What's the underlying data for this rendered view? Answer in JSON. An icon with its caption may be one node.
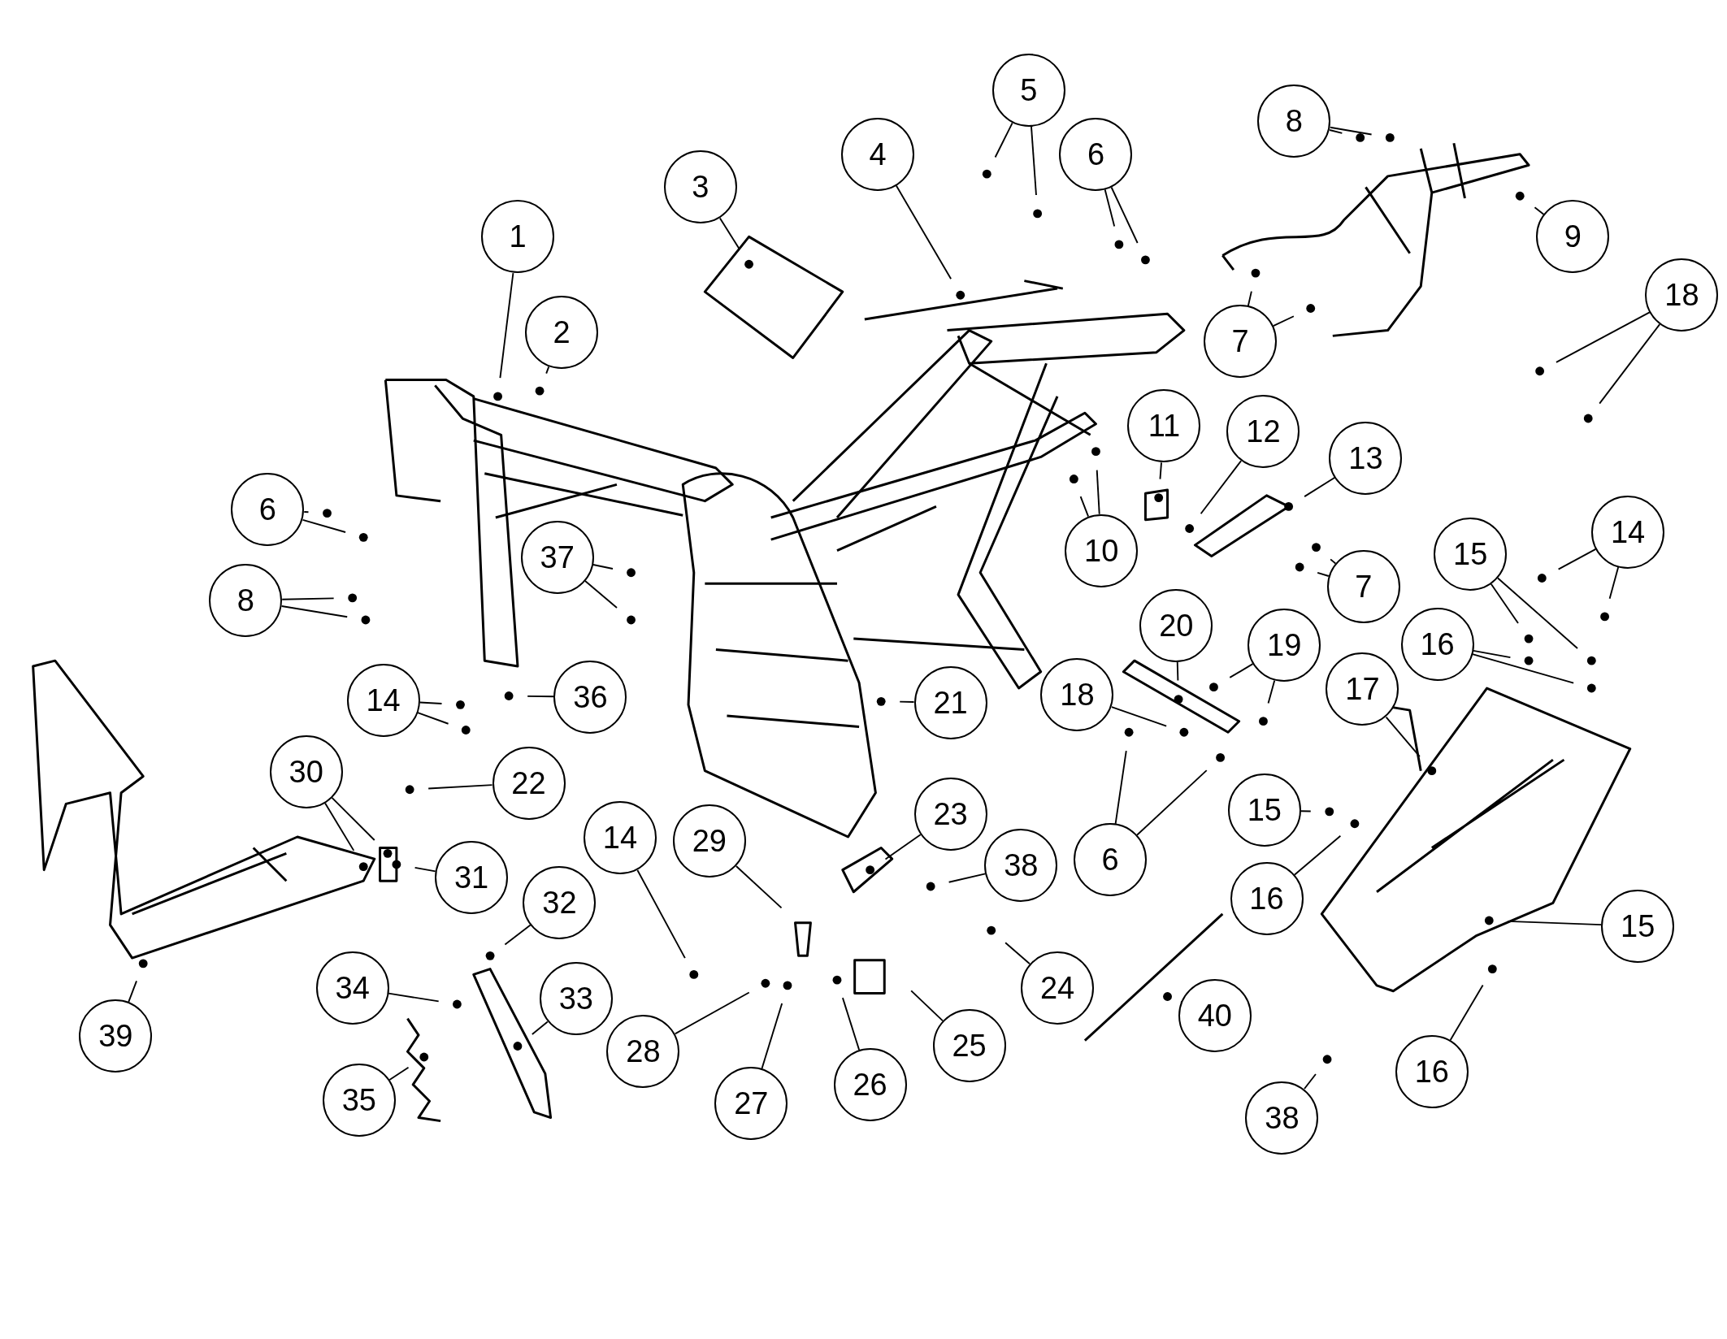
{
  "diagram": {
    "nodes": [
      {
        "text": [
          "1"
        ]
      },
      {
        "text": [
          "2"
        ]
      },
      {
        "text": [
          "3"
        ]
      },
      {
        "text": [
          "4"
        ]
      },
      {
        "text": [
          "5"
        ]
      },
      {
        "text": [
          "6"
        ]
      },
      {
        "text": [
          "8"
        ]
      },
      {
        "text": [
          "9"
        ]
      },
      {
        "text": [
          "18"
        ]
      },
      {
        "text": [
          "6"
        ]
      },
      {
        "text": [
          "7"
        ]
      },
      {
        "text": [
          "11"
        ]
      },
      {
        "text": [
          "12"
        ]
      },
      {
        "text": [
          "13"
        ]
      },
      {
        "text": [
          "10"
        ]
      },
      {
        "text": [
          "37"
        ]
      },
      {
        "text": [
          "14"
        ]
      },
      {
        "text": [
          "15"
        ]
      },
      {
        "text": [
          "7"
        ]
      },
      {
        "text": [
          "8"
        ]
      },
      {
        "text": [
          "20"
        ]
      },
      {
        "text": [
          "19"
        ]
      },
      {
        "text": [
          "16"
        ]
      },
      {
        "text": [
          "14"
        ]
      },
      {
        "text": [
          "36"
        ]
      },
      {
        "text": [
          "21"
        ]
      },
      {
        "text": [
          "18"
        ]
      },
      {
        "text": [
          "17"
        ]
      },
      {
        "text": [
          "30"
        ]
      },
      {
        "text": [
          "22"
        ]
      },
      {
        "text": [
          "15"
        ]
      },
      {
        "text": [
          "23"
        ]
      },
      {
        "text": [
          "14"
        ]
      },
      {
        "text": [
          "29"
        ]
      },
      {
        "text": [
          "6"
        ]
      },
      {
        "text": [
          "38"
        ]
      },
      {
        "text": [
          "31"
        ]
      },
      {
        "text": [
          "16"
        ]
      },
      {
        "text": [
          "32"
        ]
      },
      {
        "text": [
          "15"
        ]
      },
      {
        "text": [
          "34"
        ]
      },
      {
        "text": [
          "24"
        ]
      },
      {
        "text": [
          "33"
        ]
      },
      {
        "text": [
          "40"
        ]
      },
      {
        "text": [
          "39"
        ]
      },
      {
        "text": [
          "25"
        ]
      },
      {
        "text": [
          "28"
        ]
      },
      {
        "text": [
          "16"
        ]
      },
      {
        "text": [
          "26"
        ]
      },
      {
        "text": [
          "35"
        ]
      },
      {
        "text": [
          "27"
        ]
      },
      {
        "text": [
          "38"
        ]
      }
    ],
    "edges": [
      {
        "from": 0,
        "to": null,
        "arrow": "none"
      },
      {
        "from": 1,
        "to": null,
        "arrow": "none"
      },
      {
        "from": 2,
        "to": null,
        "arrow": "none"
      },
      {
        "from": 3,
        "to": null,
        "arrow": "none"
      },
      {
        "from": 4,
        "to": null,
        "arrow": "none"
      },
      {
        "from": 4,
        "to": null,
        "arrow": "none"
      },
      {
        "from": 5,
        "to": null,
        "arrow": "none"
      },
      {
        "from": 5,
        "to": null,
        "arrow": "none"
      },
      {
        "from": 6,
        "to": null,
        "arrow": "none"
      },
      {
        "from": 6,
        "to": null,
        "arrow": "none"
      },
      {
        "from": 7,
        "to": null,
        "arrow": "none"
      },
      {
        "from": 8,
        "to": null,
        "arrow": "none"
      },
      {
        "from": 8,
        "to": null,
        "arrow": "none"
      },
      {
        "from": 9,
        "to": null,
        "arrow": "none"
      },
      {
        "from": 9,
        "to": null,
        "arrow": "none"
      },
      {
        "from": 10,
        "to": null,
        "arrow": "none"
      },
      {
        "from": 10,
        "to": null,
        "arrow": "none"
      },
      {
        "from": 11,
        "to": null,
        "arrow": "none"
      },
      {
        "from": 12,
        "to": null,
        "arrow": "none"
      },
      {
        "from": 13,
        "to": null,
        "arrow": "none"
      },
      {
        "from": 14,
        "to": null,
        "arrow": "none"
      },
      {
        "from": 14,
        "to": null,
        "arrow": "none"
      },
      {
        "from": 15,
        "to": null,
        "arrow": "none"
      },
      {
        "from": 15,
        "to": null,
        "arrow": "none"
      },
      {
        "from": 16,
        "to": null,
        "arrow": "none"
      },
      {
        "from": 16,
        "to": null,
        "arrow": "none"
      },
      {
        "from": 17,
        "to": null,
        "arrow": "none"
      },
      {
        "from": 17,
        "to": null,
        "arrow": "none"
      },
      {
        "from": 18,
        "to": null,
        "arrow": "none"
      },
      {
        "from": 18,
        "to": null,
        "arrow": "none"
      },
      {
        "from": 19,
        "to": null,
        "arrow": "none"
      },
      {
        "from": 19,
        "to": null,
        "arrow": "none"
      },
      {
        "from": 20,
        "to": null,
        "arrow": "none"
      },
      {
        "from": 21,
        "to": null,
        "arrow": "none"
      },
      {
        "from": 21,
        "to": null,
        "arrow": "none"
      },
      {
        "from": 22,
        "to": null,
        "arrow": "none"
      },
      {
        "from": 22,
        "to": null,
        "arrow": "none"
      },
      {
        "from": 23,
        "to": null,
        "arrow": "none"
      },
      {
        "from": 23,
        "to": null,
        "arrow": "none"
      },
      {
        "from": 24,
        "to": null,
        "arrow": "none"
      },
      {
        "from": 25,
        "to": null,
        "arrow": "none"
      },
      {
        "from": 26,
        "to": null,
        "arrow": "none"
      },
      {
        "from": 27,
        "to": null,
        "arrow": "none"
      },
      {
        "from": 28,
        "to": null,
        "arrow": "none"
      },
      {
        "from": 28,
        "to": null,
        "arrow": "none"
      },
      {
        "from": 29,
        "to": null,
        "arrow": "none"
      },
      {
        "from": 30,
        "to": null,
        "arrow": "none"
      },
      {
        "from": 31,
        "to": null,
        "arrow": "none"
      },
      {
        "from": 32,
        "to": null,
        "arrow": "none"
      },
      {
        "from": 33,
        "to": null,
        "arrow": "none"
      },
      {
        "from": 34,
        "to": null,
        "arrow": "none"
      },
      {
        "from": 34,
        "to": null,
        "arrow": "none"
      },
      {
        "from": 35,
        "to": null,
        "arrow": "none"
      },
      {
        "from": 36,
        "to": null,
        "arrow": "none"
      },
      {
        "from": 37,
        "to": null,
        "arrow": "none"
      },
      {
        "from": 38,
        "to": null,
        "arrow": "none"
      },
      {
        "from": 39,
        "to": null,
        "arrow": "none"
      },
      {
        "from": 40,
        "to": null,
        "arrow": "none"
      },
      {
        "from": 41,
        "to": null,
        "arrow": "none"
      },
      {
        "from": 42,
        "to": null,
        "arrow": "none"
      },
      {
        "from": 43,
        "to": null,
        "arrow": "none"
      },
      {
        "from": 44,
        "to": null,
        "arrow": "none"
      },
      {
        "from": 45,
        "to": null,
        "arrow": "none"
      },
      {
        "from": 46,
        "to": null,
        "arrow": "none"
      },
      {
        "from": 47,
        "to": null,
        "arrow": "none"
      },
      {
        "from": 48,
        "to": null,
        "arrow": "none"
      },
      {
        "from": 49,
        "to": null,
        "arrow": "none"
      },
      {
        "from": 50,
        "to": null,
        "arrow": "none"
      },
      {
        "from": 51,
        "to": null,
        "arrow": "none"
      }
    ]
  }
}
